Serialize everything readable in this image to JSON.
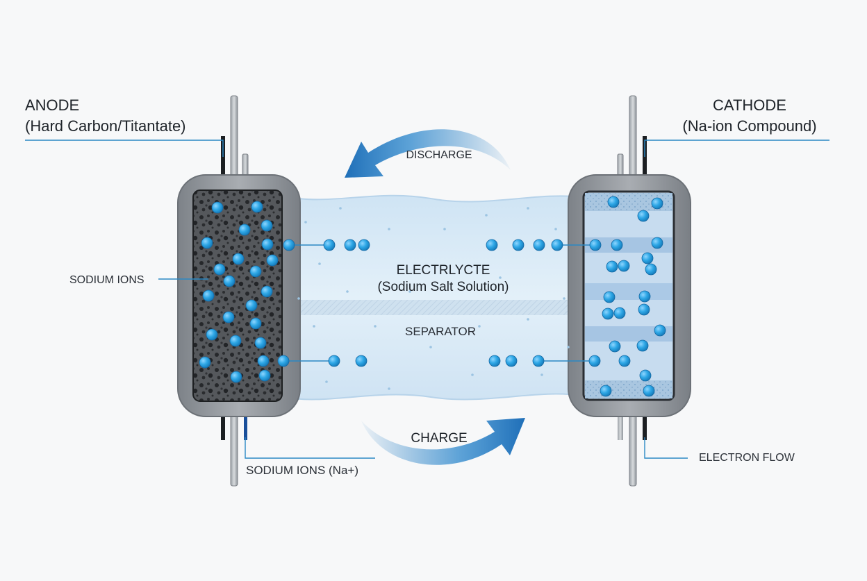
{
  "anode": {
    "title": "ANODE",
    "material": "(Hard Carbon/Titantate)"
  },
  "cathode": {
    "title": "CATHODE",
    "material": "(Na-ion Compound)"
  },
  "arrows": {
    "discharge": "DISCHARGE",
    "charge": "CHARGE"
  },
  "electrolyte": {
    "title": "ELECTRLYCTE",
    "subtitle": "(Sodium Salt Solution)",
    "separator": "SEPARATOR"
  },
  "callouts": {
    "sodium_ions": "SODIUM IONS",
    "sodium_ions_na": "SODIUM IONS (Na+)",
    "electron_flow": "ELECTRON FLOW"
  },
  "colors": {
    "ion": "#2ea7e6",
    "arrow": "#1f78c0",
    "callout_line": "#2a88c4",
    "casing": "#8e9399",
    "anode_body": "#3d3f42",
    "electrolyte": "#dcecf7"
  }
}
